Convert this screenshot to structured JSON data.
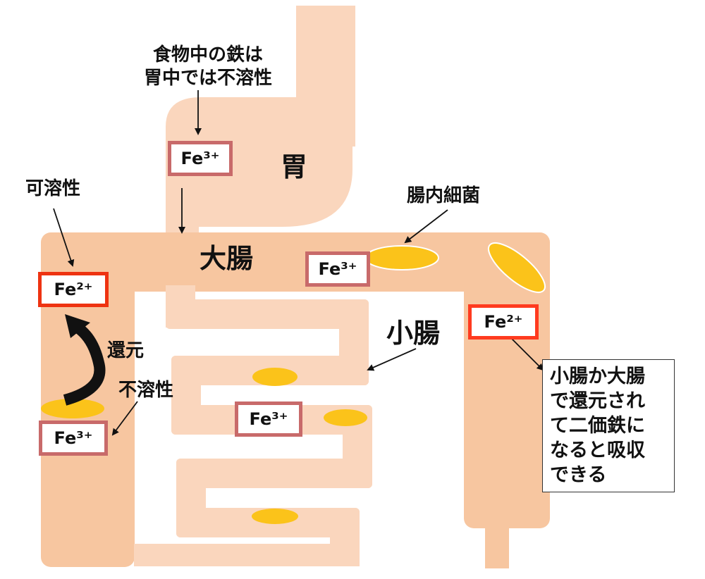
{
  "colors": {
    "stomach": "#fad6bd",
    "large_intestine": "#f7c6a0",
    "small_intestine": "#fad6bd",
    "bacteria": "#fbc31a",
    "fe3_border": "#c86a6a",
    "fe2_border": "#ff3b1f",
    "arrow": "#111111"
  },
  "labels": {
    "food_iron_line1": "食物中の鉄は",
    "food_iron_line2": "胃中では不溶性",
    "stomach": "胃",
    "soluble": "可溶性",
    "large_intestine": "大腸",
    "gut_bacteria": "腸内細菌",
    "small_intestine": "小腸",
    "reduction": "還元",
    "insoluble": "不溶性"
  },
  "iron": {
    "fe3_text": "Fe³⁺",
    "fe2_text": "Fe²⁺"
  },
  "callout": {
    "lines": [
      "小腸か大腸",
      "で還元され",
      "て二価鉄に",
      "なると吸収",
      "できる"
    ]
  },
  "icons": {
    "bacteria": "ellipse-bacterium-icon",
    "reduction_arrow": "curved-arrow-icon"
  }
}
